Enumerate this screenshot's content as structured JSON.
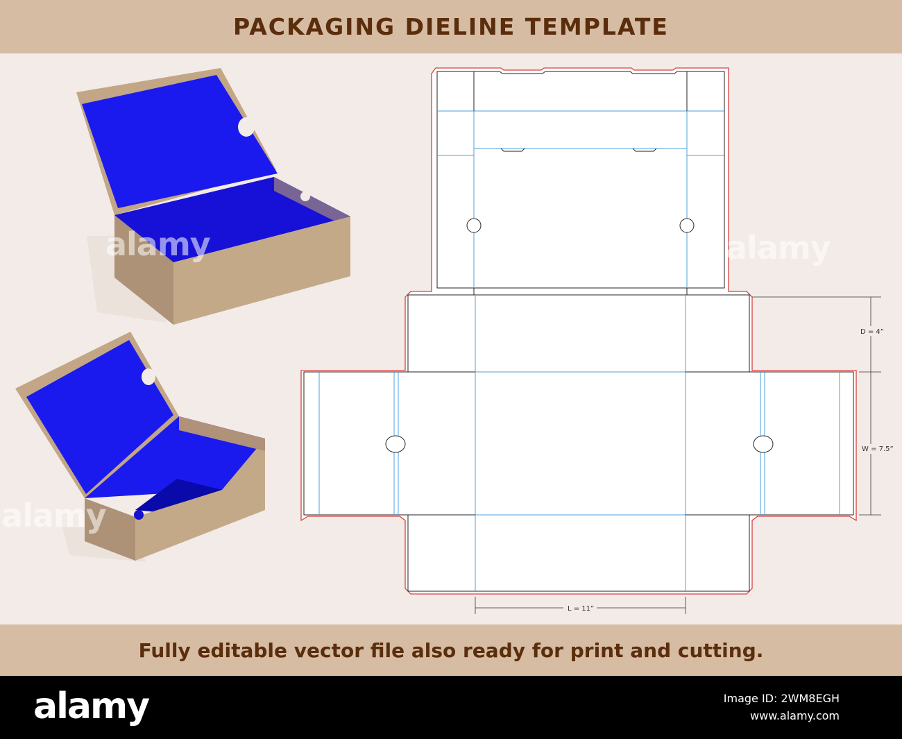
{
  "header": {
    "title": "PACKAGING DIELINE TEMPLATE"
  },
  "footer": {
    "caption": "Fully editable vector file also ready for print and cutting."
  },
  "stock": {
    "logo": "alamy",
    "image_id_label": "Image ID: 2WM8EGH",
    "site": "www.alamy.com"
  },
  "watermarks": [
    "alamy",
    "alamy",
    "alamy"
  ],
  "dimensions": {
    "depth": "D = 4”",
    "width": "W = 7.5”",
    "length": "L = 11”"
  },
  "colors": {
    "cut_line": "#d94040",
    "fold_line": "#4aa0dc",
    "panel_outline": "#222222",
    "box_kraft": "#c2a686",
    "box_inner": "#1a1aee",
    "header_band": "#d6bca3",
    "header_text": "#5a2d0c",
    "background": "#f3ebe7"
  }
}
